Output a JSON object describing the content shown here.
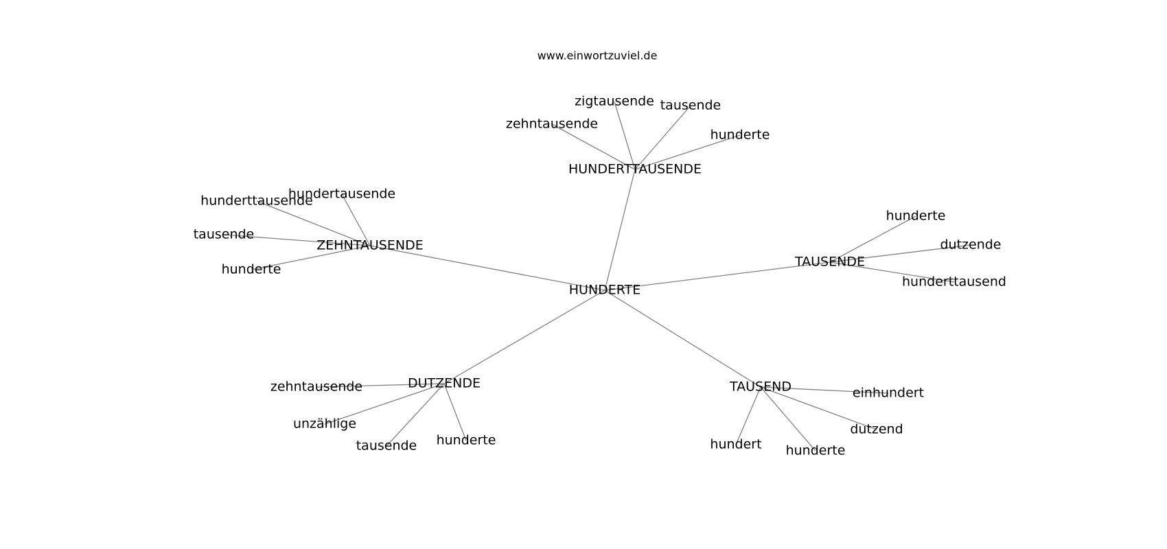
{
  "source_label": "www.einwortzuviel.de",
  "colors": {
    "edge": "#808080",
    "text": "#000000",
    "background": "#ffffff"
  },
  "nodes": [
    {
      "id": "center",
      "label": "HUNDERTE"
    },
    {
      "id": "hundert-tausende",
      "label": "HUNDERTTAUSENDE"
    },
    {
      "id": "hunderttausende-zigtausende",
      "label": "zigtausende"
    },
    {
      "id": "hunderttausende-tausende",
      "label": "tausende"
    },
    {
      "id": "hunderttausende-zehntausende",
      "label": "zehntausende"
    },
    {
      "id": "hunderttausende-hunderte",
      "label": "hunderte"
    },
    {
      "id": "zehntausende",
      "label": "ZEHNTAUSENDE"
    },
    {
      "id": "zehntausende-hundertausende",
      "label": "hundertausende"
    },
    {
      "id": "zehntausende-hunderttausende",
      "label": "hunderttausende"
    },
    {
      "id": "zehntausende-tausende",
      "label": "tausende"
    },
    {
      "id": "zehntausende-hunderte",
      "label": "hunderte"
    },
    {
      "id": "tausende",
      "label": "TAUSENDE"
    },
    {
      "id": "tausende-hunderte",
      "label": "hunderte"
    },
    {
      "id": "tausende-dutzende",
      "label": "dutzende"
    },
    {
      "id": "tausende-hunderttausend",
      "label": "hunderttausend"
    },
    {
      "id": "dutzende",
      "label": "DUTZENDE"
    },
    {
      "id": "dutzende-zehntausende",
      "label": "zehntausende"
    },
    {
      "id": "dutzende-unzaehlige",
      "label": "unzählige"
    },
    {
      "id": "dutzende-tausende",
      "label": "tausende"
    },
    {
      "id": "dutzende-hunderte",
      "label": "hunderte"
    },
    {
      "id": "tausend",
      "label": "TAUSEND"
    },
    {
      "id": "tausend-einhundert",
      "label": "einhundert"
    },
    {
      "id": "tausend-dutzend",
      "label": "dutzend"
    },
    {
      "id": "tausend-hunderte",
      "label": "hunderte"
    },
    {
      "id": "tausend-hundert",
      "label": "hundert"
    }
  ],
  "edges": [
    [
      "center",
      "hundert-tausende"
    ],
    [
      "center",
      "zehntausende"
    ],
    [
      "center",
      "tausende"
    ],
    [
      "center",
      "dutzende"
    ],
    [
      "center",
      "tausend"
    ],
    [
      "hundert-tausende",
      "hunderttausende-zigtausende"
    ],
    [
      "hundert-tausende",
      "hunderttausende-tausende"
    ],
    [
      "hundert-tausende",
      "hunderttausende-zehntausende"
    ],
    [
      "hundert-tausende",
      "hunderttausende-hunderte"
    ],
    [
      "zehntausende",
      "zehntausende-hundertausende"
    ],
    [
      "zehntausende",
      "zehntausende-hunderttausende"
    ],
    [
      "zehntausende",
      "zehntausende-tausende"
    ],
    [
      "zehntausende",
      "zehntausende-hunderte"
    ],
    [
      "tausende",
      "tausende-hunderte"
    ],
    [
      "tausende",
      "tausende-dutzende"
    ],
    [
      "tausende",
      "tausende-hunderttausend"
    ],
    [
      "dutzende",
      "dutzende-zehntausende"
    ],
    [
      "dutzende",
      "dutzende-unzaehlige"
    ],
    [
      "dutzende",
      "dutzende-tausende"
    ],
    [
      "dutzende",
      "dutzende-hunderte"
    ],
    [
      "tausend",
      "tausend-einhundert"
    ],
    [
      "tausend",
      "tausend-dutzend"
    ],
    [
      "tausend",
      "tausend-hunderte"
    ],
    [
      "tausend",
      "tausend-hundert"
    ]
  ]
}
